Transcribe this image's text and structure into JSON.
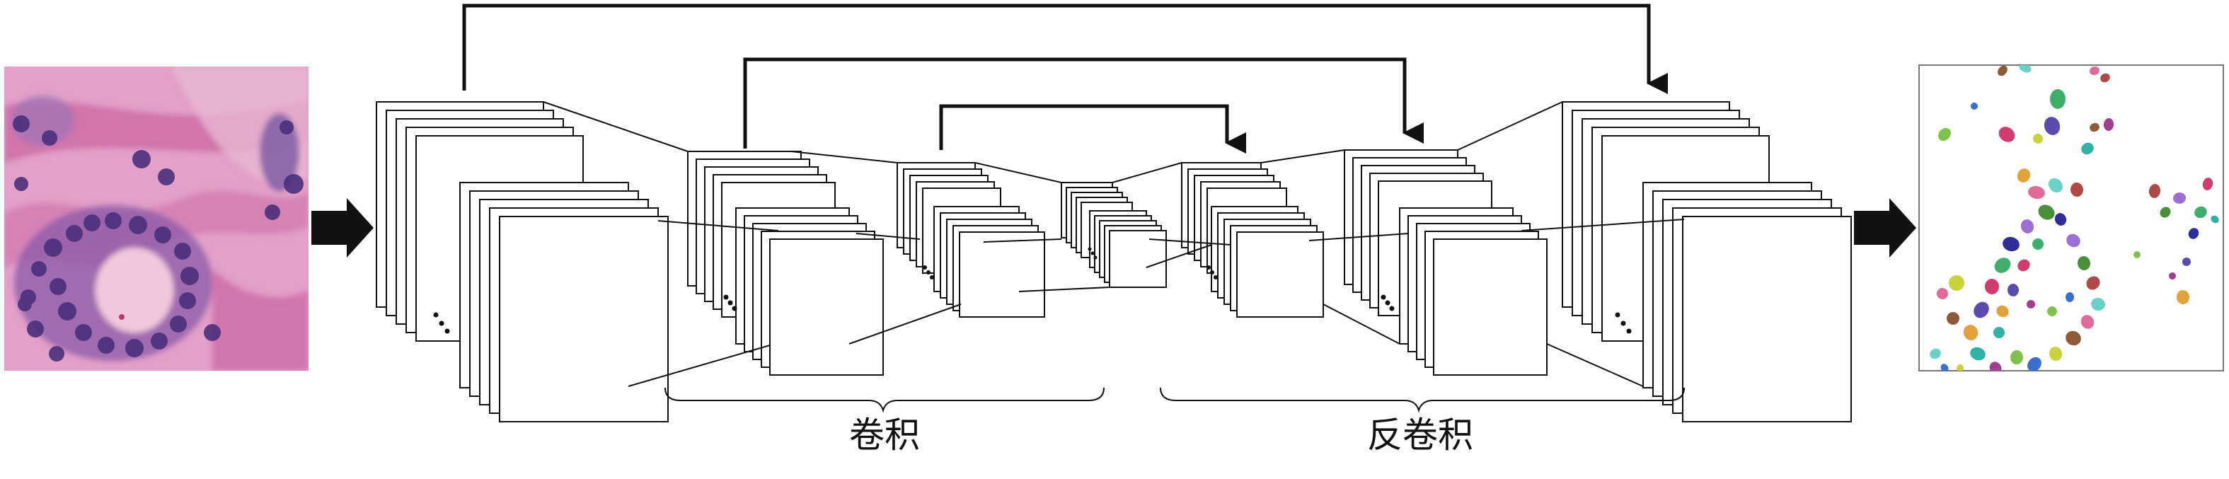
{
  "labels": {
    "encoder": "卷积",
    "decoder": "反卷积"
  },
  "colors": {
    "stroke": "#111111",
    "tissue_pink": "#d77fb4",
    "tissue_purple": "#5b3d8a",
    "tissue_light": "#efc1dc"
  },
  "icons": {
    "input_image": "histology-tissue-image",
    "output_image": "nucleus-segmentation-mask",
    "flow_arrows": "arrow-right-icon",
    "skip_connections": "arrow-down-icon",
    "ellipsis": "dots-icon"
  }
}
